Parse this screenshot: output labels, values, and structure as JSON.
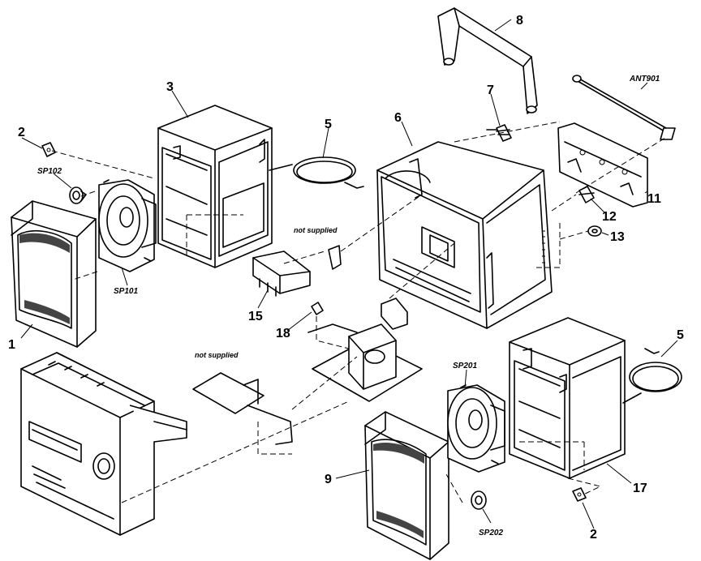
{
  "callouts": {
    "c1": "1",
    "c2a": "2",
    "c2b": "2",
    "c3": "3",
    "c5a": "5",
    "c5b": "5",
    "c6": "6",
    "c7": "7",
    "c8": "8",
    "c9": "9",
    "c11": "11",
    "c12": "12",
    "c13": "13",
    "c15": "15",
    "c17": "17",
    "c18": "18"
  },
  "refs": {
    "sp101": "SP101",
    "sp102": "SP102",
    "sp201": "SP201",
    "sp202": "SP202",
    "ant901": "ANT901"
  },
  "notes": {
    "not_supplied_top": "not supplied",
    "not_supplied_left": "not supplied"
  }
}
